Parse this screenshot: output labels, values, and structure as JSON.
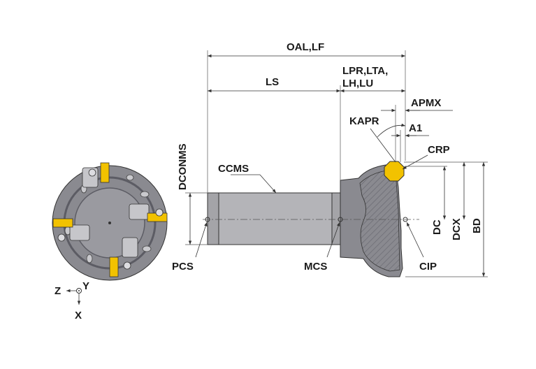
{
  "colors": {
    "body_gray": "#8a8a90",
    "body_dark": "#5c5c64",
    "shank_gray": "#b4b4b8",
    "insert_yellow": "#f2c200",
    "hatch": "#6a6a72",
    "line": "#333333"
  },
  "labels": {
    "oal_lf": "OAL,LF",
    "lpr_lta": "LPR,LTA,",
    "lh_lu": "LH,LU",
    "ls": "LS",
    "apmx": "APMX",
    "kapr": "KAPR",
    "a1": "A1",
    "crp": "CRP",
    "dconms": "DCONMS",
    "ccms": "CCMS",
    "dc": "DC",
    "dcx": "DCX",
    "bd": "BD",
    "pcs": "PCS",
    "mcs": "MCS",
    "cip": "CIP"
  },
  "axes": {
    "z": "Z",
    "y": "Y",
    "x": "X"
  }
}
